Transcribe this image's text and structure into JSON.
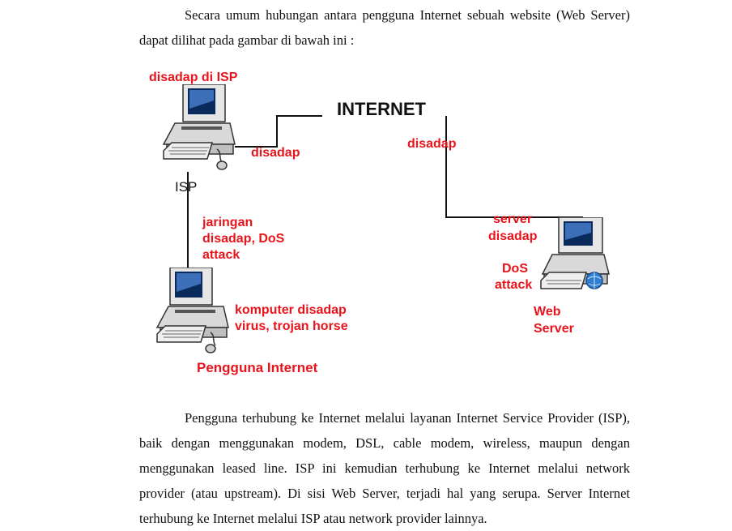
{
  "intro_paragraph": "Secara umum hubungan antara pengguna Internet sebuah website (Web Server) dapat dilihat pada gambar di bawah ini :",
  "diagram": {
    "labels": {
      "isp_tapped": "disadap di ISP",
      "internet": "INTERNET",
      "link_isp_internet": "disadap",
      "link_internet_server": "disadap",
      "isp": "ISP",
      "network_line1": "jaringan",
      "network_line2": "disadap, DoS",
      "network_line3": "attack",
      "server_line1": "server",
      "server_line2": "disadap",
      "dos_line1": "DoS",
      "dos_line2": "attack",
      "web_server_line1": "Web",
      "web_server_line2": "Server",
      "user_pc_line1": "komputer disadap",
      "user_pc_line2": "virus, trojan horse",
      "internet_user": "Pengguna Internet"
    },
    "icons": [
      "isp-computer-icon",
      "user-computer-icon",
      "web-server-computer-icon"
    ]
  },
  "body_paragraph": "Pengguna terhubung ke Internet melalui layanan Internet Service Provider (ISP), baik dengan menggunakan modem, DSL, cable modem, wireless, maupun dengan menggunakan leased line. ISP ini kemudian terhubung ke Internet melalui network provider (atau upstream). Di sisi Web Server, terjadi hal yang serupa. Server Internet    terhubung ke Internet melalui ISP atau network provider lainnya."
}
